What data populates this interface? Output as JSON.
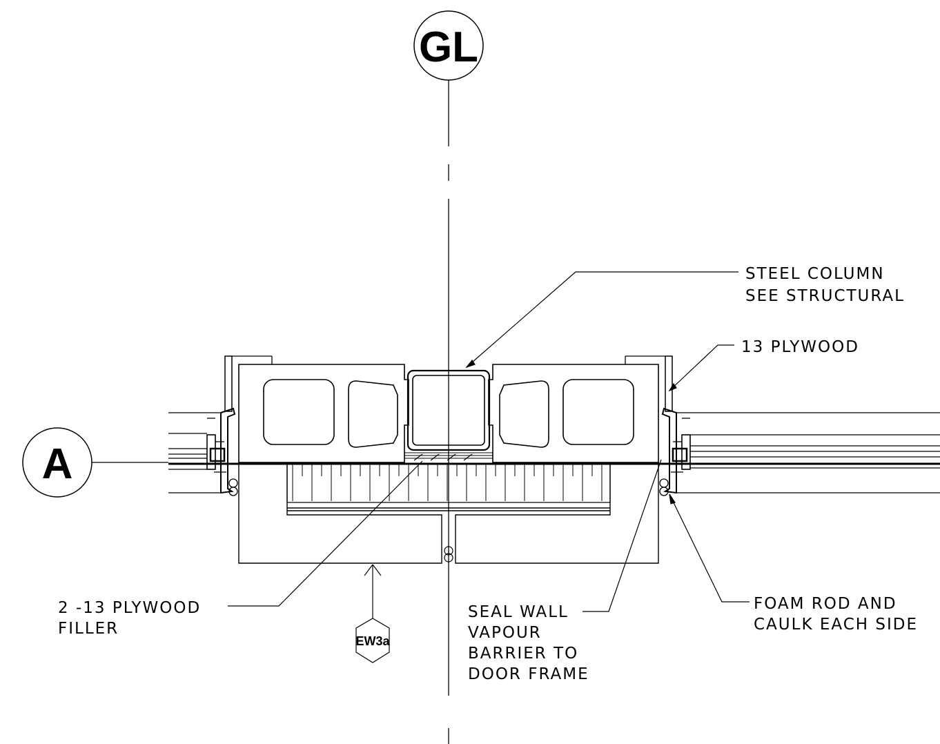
{
  "grid_bubbles": {
    "top": "GL",
    "left": "A"
  },
  "section_tag": "EW3a",
  "notes": {
    "steel_column": [
      "STEEL COLUMN",
      "SEE STRUCTURAL"
    ],
    "plywood_13": [
      "13 PLYWOOD"
    ],
    "plywood_filler": [
      "2 -13 PLYWOOD",
      "FILLER"
    ],
    "seal_wall": [
      "SEAL WALL",
      "VAPOUR",
      "BARRIER TO",
      "DOOR FRAME"
    ],
    "foam_rod": [
      "FOAM ROD AND",
      "CAULK EACH SIDE"
    ]
  }
}
